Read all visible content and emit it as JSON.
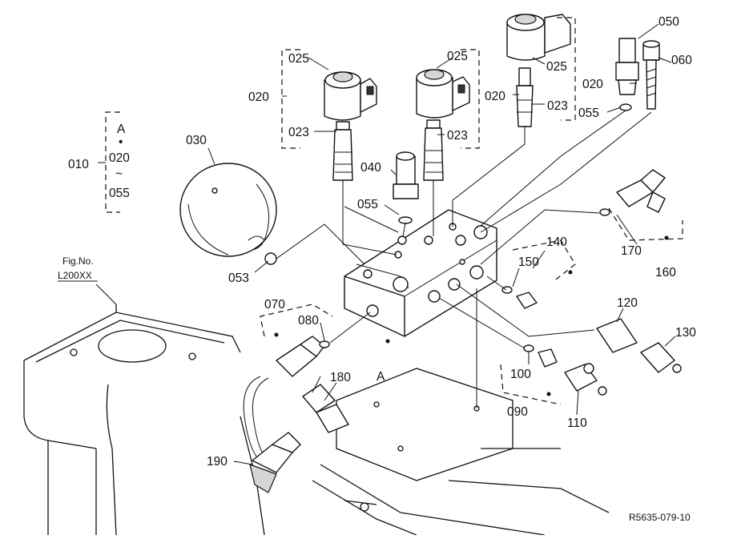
{
  "diagram_code": "R5635-079-10",
  "fig_ref": {
    "line1": "Fig.No.",
    "line2": "L200XX"
  },
  "assembly_key": {
    "number": "010",
    "start": "A",
    "dot": "•",
    "first": "020",
    "tilde": "~",
    "last": "055"
  },
  "point_a_label": "A",
  "labels": {
    "p020_left": "020",
    "p025_left": "025",
    "p023_left": "023",
    "p025_mid": "025",
    "p023_mid": "023",
    "p025_right": "025",
    "p020_right": "020",
    "p023_right": "023",
    "p055_top": "055",
    "p020_sensor": "020",
    "p050": "050",
    "p060": "060",
    "p030": "030",
    "p040": "040",
    "p055_mid": "055",
    "p053": "053",
    "p070": "070",
    "p080": "080",
    "p180": "180",
    "p190": "190",
    "p140": "140",
    "p150": "150",
    "p170": "170",
    "p160": "160",
    "p120": "120",
    "p130": "130",
    "p100": "100",
    "p090": "090",
    "p110": "110"
  }
}
